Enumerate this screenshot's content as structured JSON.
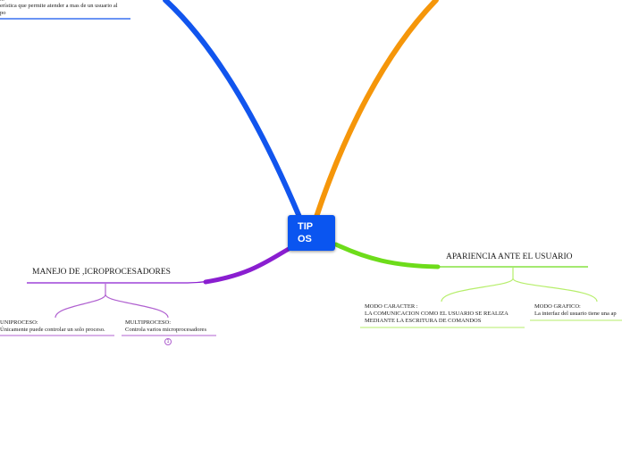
{
  "center": {
    "label": "TIPOS"
  },
  "branches": {
    "top_left": {
      "lines": [
        "...",
        "erística que permite atender a mas de un usuario al",
        "po"
      ]
    },
    "left": {
      "label": "MANEJO DE ,ICROPROCESADORES",
      "children": [
        {
          "title": "UNIPROCESO:",
          "text": "Únicamente puede controlar un solo proceso."
        },
        {
          "title": "MULTIPROCESO:",
          "text": "Controla varios microprocesadores",
          "badge": "1"
        }
      ]
    },
    "right": {
      "label": "APARIENCIA ANTE EL USUARIO",
      "children": [
        {
          "title": "MODO CARACTER :",
          "text": "LA COMUNICACION COMO EL USUARIO SE REALIZA",
          "text2": "MEDIANTE LA ESCRITURA DE COMANDOS"
        },
        {
          "title": "MODO GRAFICO:",
          "text": "La interfaz del usuario tiene una ap"
        }
      ]
    }
  },
  "colors": {
    "blue": "#1155ee",
    "orange": "#f5960a",
    "purple": "#8a1ed0",
    "green": "#6ddc1a",
    "right_sub": "#b6ee6a",
    "left_sub": "#b060d0"
  }
}
